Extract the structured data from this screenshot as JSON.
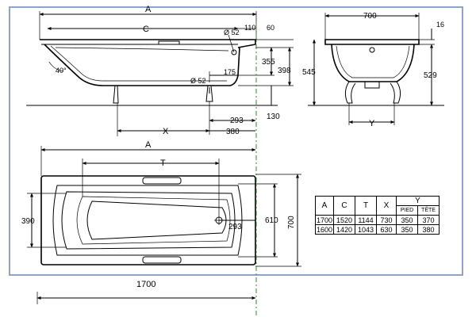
{
  "side_view": {
    "dim_a": "A",
    "dim_c": "C",
    "dim_110": "110",
    "dim_60": "60",
    "dim_d52_top": "Ø 52",
    "dim_d52_bottom": "Ø 52",
    "dim_175": "175",
    "dim_355": "355",
    "dim_398": "398",
    "dim_angle": "40°",
    "dim_293": "293",
    "dim_380": "380",
    "dim_x": "X",
    "dim_130": "130"
  },
  "end_view": {
    "dim_700": "700",
    "dim_16": "16",
    "dim_545": "545",
    "dim_529": "529",
    "dim_y": "Y"
  },
  "plan_view": {
    "dim_a": "A",
    "dim_t": "T",
    "dim_390": "390",
    "dim_610": "610",
    "dim_700": "700",
    "dim_293": "293",
    "dim_1700": "1700"
  },
  "spec_table": {
    "headers": [
      "A",
      "C",
      "T",
      "X",
      "Y"
    ],
    "sub_headers": [
      "PIED",
      "TÊTE"
    ],
    "rows": [
      [
        "1700",
        "1520",
        "1144",
        "730",
        "350",
        "370"
      ],
      [
        "1600",
        "1420",
        "1043",
        "630",
        "350",
        "380"
      ]
    ]
  }
}
